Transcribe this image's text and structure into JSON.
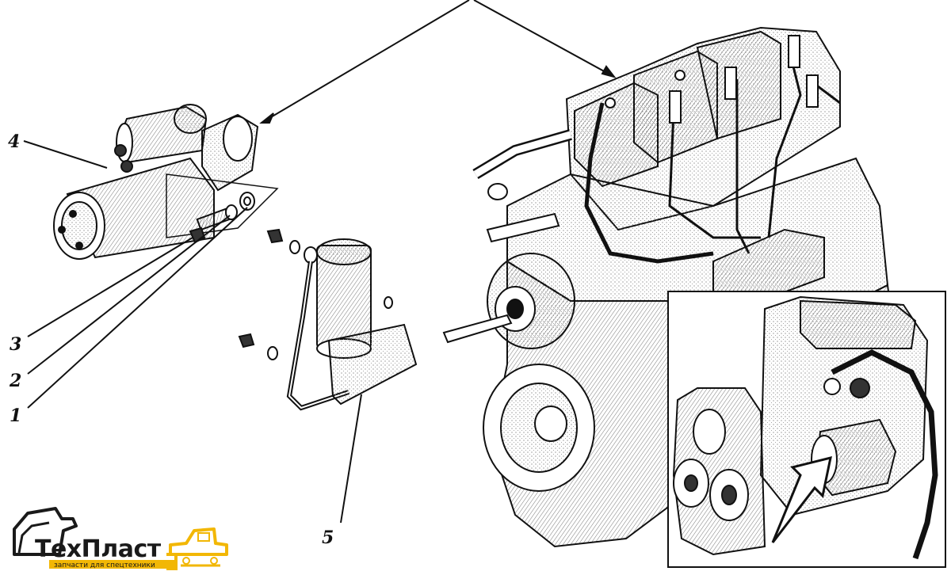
{
  "callouts": [
    {
      "id": "1",
      "label": "1"
    },
    {
      "id": "2",
      "label": "2"
    },
    {
      "id": "3",
      "label": "3"
    },
    {
      "id": "4",
      "label": "4"
    },
    {
      "id": "5",
      "label": "5"
    }
  ],
  "logo": {
    "brand_prefix": "Тех",
    "brand_suffix": "Пласт",
    "tagline": "запчасти для спецтехники",
    "accent": "#f2b705"
  }
}
